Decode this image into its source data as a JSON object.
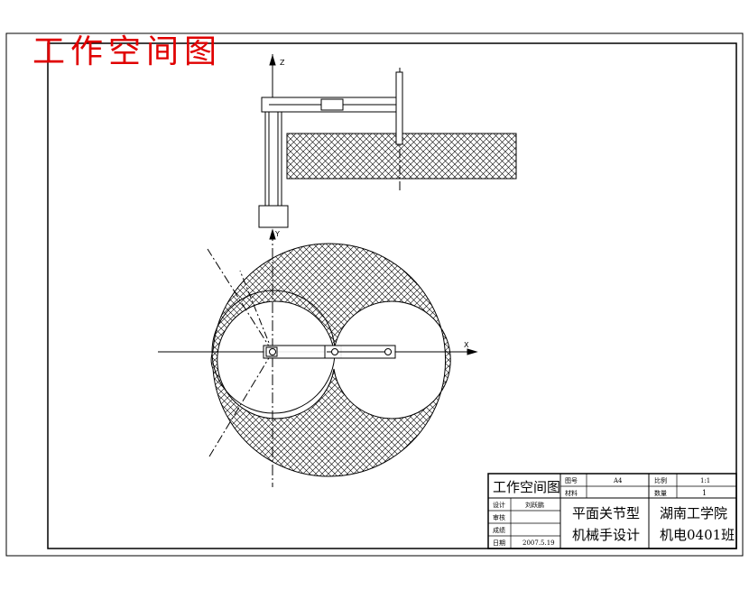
{
  "sheet_title": "工作空间图",
  "axes": {
    "z_top": "Z",
    "y_plan": "Y",
    "x_plan": "X"
  },
  "title_block": {
    "drawing_name": "工作空间图",
    "labels": {
      "sheet_size": "图号",
      "material": "材料",
      "scale": "比例",
      "quantity": "数量",
      "design": "设计",
      "review": "审核",
      "grade": "成绩",
      "date": "日期"
    },
    "values": {
      "sheet_size": "A4",
      "scale": "1:1",
      "quantity": "1",
      "designer": "刘跃鹏",
      "date": "2007.5.19"
    },
    "project_line1": "平面关节型",
    "project_line2": "机械手设计",
    "school": "湖南工学院",
    "class": "机电0401班"
  },
  "colors": {
    "title_red": "#e00000",
    "line": "#000000"
  }
}
